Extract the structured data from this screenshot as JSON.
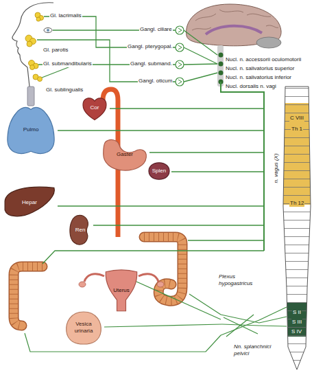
{
  "diagram": {
    "nodes": [
      {
        "text": [
          "Cor"
        ]
      },
      {
        "text": [
          "Pulmo"
        ]
      },
      {
        "text": [
          "Gaster"
        ]
      },
      {
        "text": [
          "Splen"
        ]
      },
      {
        "text": [
          "Hepar"
        ]
      },
      {
        "text": [
          "Ren"
        ]
      },
      {
        "text": [
          "Uterus"
        ]
      },
      {
        "text": [
          "Vesica urinaria"
        ]
      }
    ],
    "labels": [
      "Gl. lacrimalis",
      "Gangl. ciliare",
      "Gangl. pterygopal.",
      "Gl. parotis",
      "Nucl. n. accessorii oculomotorii",
      "Gl. submandibularis",
      "Gangl. submand.",
      "Nucl. n. salivatorius superior",
      "Nucl. n. salivatorius inferior",
      "Gangl. oticum",
      "Nucl. dorsalis n. vagi",
      "Gl. sublingualis",
      "C VIII",
      "Th 1",
      "n. vagus (X)",
      "Th 12",
      "Plexus hypogastricus",
      "S II",
      "S III",
      "S IV",
      "Nn. splanchnici pelvici"
    ]
  }
}
